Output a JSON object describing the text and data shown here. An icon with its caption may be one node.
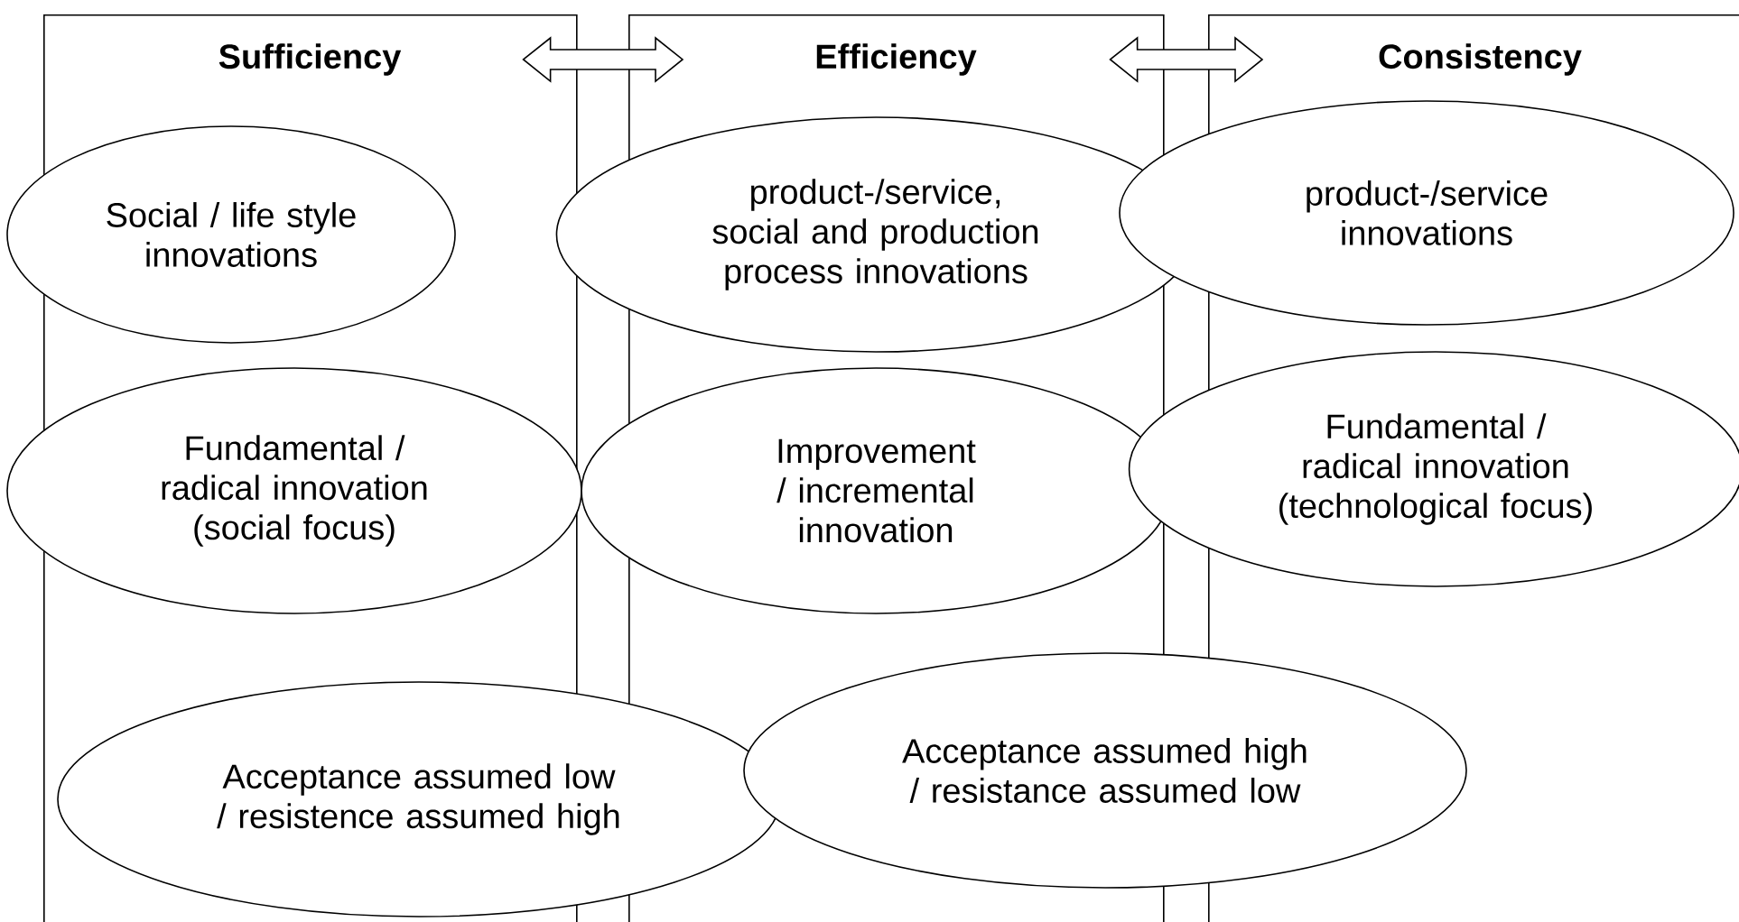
{
  "diagram": {
    "nodes": [
      {
        "text": [
          "Sufficiency"
        ]
      },
      {
        "text": [
          "Efficiency"
        ]
      },
      {
        "text": [
          "Consistency"
        ]
      },
      {
        "text": [
          "Social / life style innovations"
        ]
      },
      {
        "text": [
          "product-/service, social and production process innovations"
        ]
      },
      {
        "text": [
          "product-/service innovations"
        ]
      },
      {
        "text": [
          "Fundamental / radical innovation (social focus)"
        ]
      },
      {
        "text": [
          "Improvement / incremental innovation"
        ]
      },
      {
        "text": [
          "Fundamental / radical innovation (technological focus)"
        ]
      },
      {
        "text": [
          "Acceptance assumed low / resistence assumed high"
        ]
      },
      {
        "text": [
          "Acceptance assumed high / resistance assumed low"
        ]
      }
    ],
    "edges": [
      {
        "from": 0,
        "to": 1,
        "arrow": "both"
      },
      {
        "from": 1,
        "to": 2,
        "arrow": "both"
      }
    ]
  }
}
